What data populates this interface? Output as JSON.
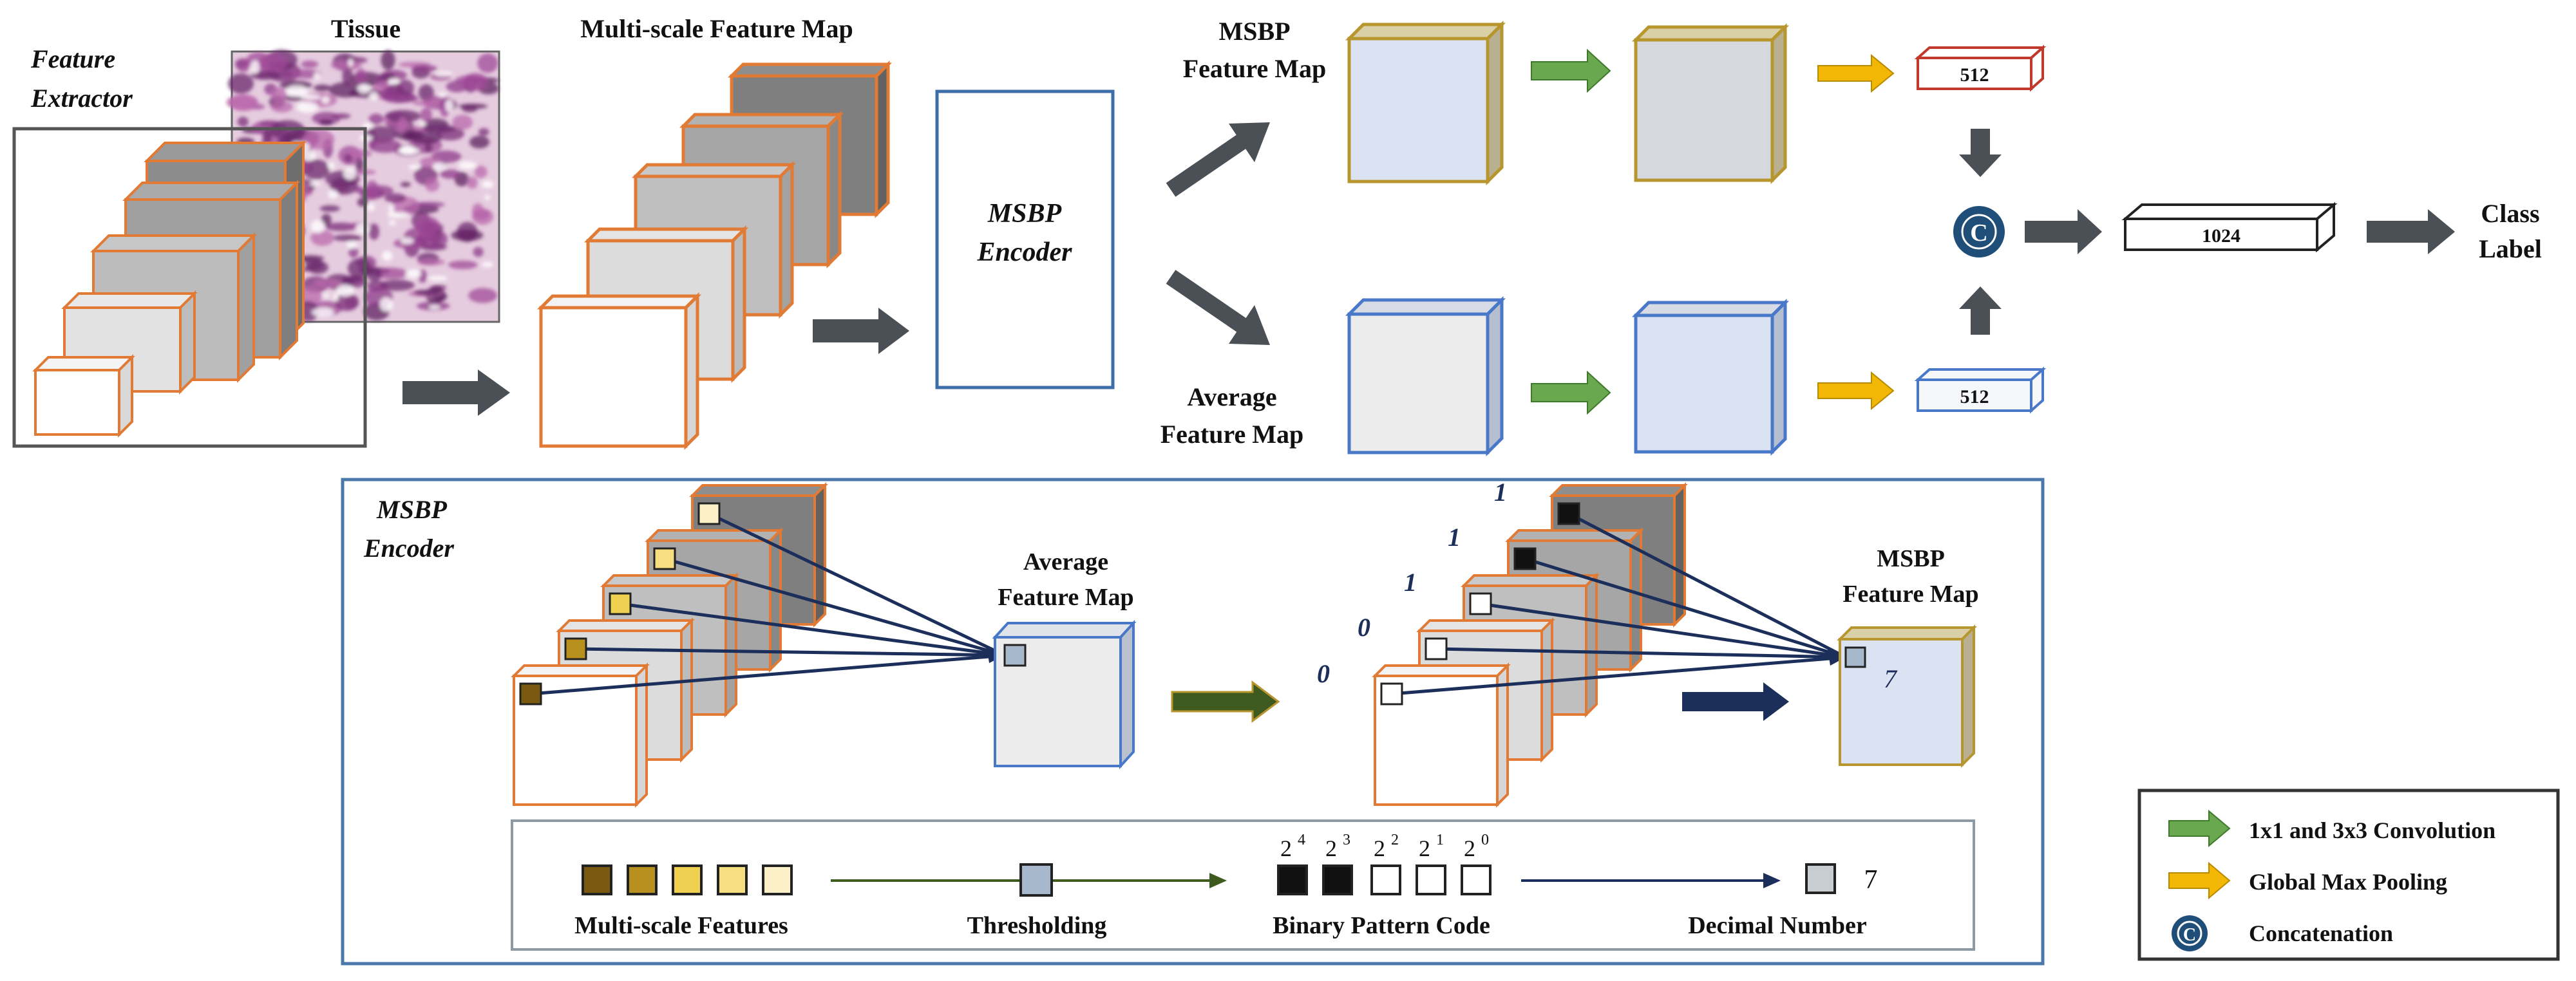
{
  "labels": {
    "feature_extractor_line1": "Feature",
    "feature_extractor_line2": "Extractor",
    "tissue": "Tissue",
    "multiscale_feature_map": "Multi-scale Feature Map",
    "msbp_encoder_line1": "MSBP",
    "msbp_encoder_line2": "Encoder",
    "msbp_feature_map_line1": "MSBP",
    "msbp_feature_map_line2": "Feature Map",
    "average_feature_map_line1": "Average",
    "average_feature_map_line2": "Feature Map",
    "vector_top": "512",
    "vector_bottom": "512",
    "vector_concat": "1024",
    "concat_symbol": "C",
    "class_label_line1": "Class",
    "class_label_line2": "Label"
  },
  "encoder_panel": {
    "title_line1": "MSBP",
    "title_line2": "Encoder",
    "avg_map_line1": "Average",
    "avg_map_line2": "Feature Map",
    "msbp_map_line1": "MSBP",
    "msbp_map_line2": "Feature Map",
    "bits": [
      "0",
      "0",
      "1",
      "1",
      "1"
    ],
    "decimal_value": "7"
  },
  "encoder_legend": {
    "multiscale_features": "Multi-scale Features",
    "thresholding": "Thresholding",
    "binary_pattern_code": "Binary Pattern Code",
    "decimal_number": "Decimal Number",
    "exponent_base": "2",
    "exponents": [
      "4",
      "3",
      "2",
      "1",
      "0"
    ],
    "decimal_value": "7"
  },
  "legend": {
    "convolution": "1x1 and 3x3 Convolution",
    "global_max_pooling": "Global Max Pooling",
    "concatenation": "Concatenation",
    "concat_symbol": "C"
  },
  "colors": {
    "orange_edge": "#e07a35",
    "gray_arrow": "#4a5056",
    "green_arrow": "#6aa84f",
    "yellow_arrow": "#f2b705",
    "navy_line": "#1c2e5a",
    "panel_border": "#4a78a8",
    "concat_circle": "#1f4e79",
    "msbp_map_fill": "#dbe3f2",
    "msbp_map_edge": "#b8962e",
    "avg_map_edge": "#4a78c8",
    "red_edge": "#c0392b",
    "feature_dark": "#7a5a10",
    "feature_mid": "#b8901e",
    "feature_yellow": "#f0d050",
    "feature_light": "#f6df80",
    "feature_pale": "#fbf0c8",
    "threshold_blue": "#a8b8cc"
  },
  "tissue_image": "H&E stained tissue micrograph"
}
